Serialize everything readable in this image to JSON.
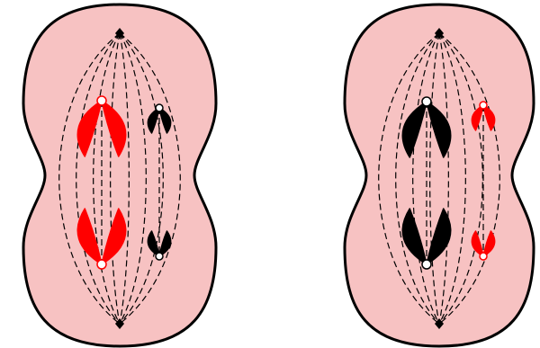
{
  "diagram": {
    "colors": {
      "cell_fill": "#f7c2c2",
      "cell_stroke": "#000000",
      "spindle": "#000000",
      "red_chromosome": "#ff0000",
      "black_chromosome": "#000000",
      "centromere_fill": "#ffffff",
      "pole": "#000000"
    },
    "cells": [
      {
        "id": "left",
        "large_pair_color": "red",
        "small_pair_color": "black"
      },
      {
        "id": "right",
        "large_pair_color": "black",
        "small_pair_color": "red"
      }
    ]
  }
}
